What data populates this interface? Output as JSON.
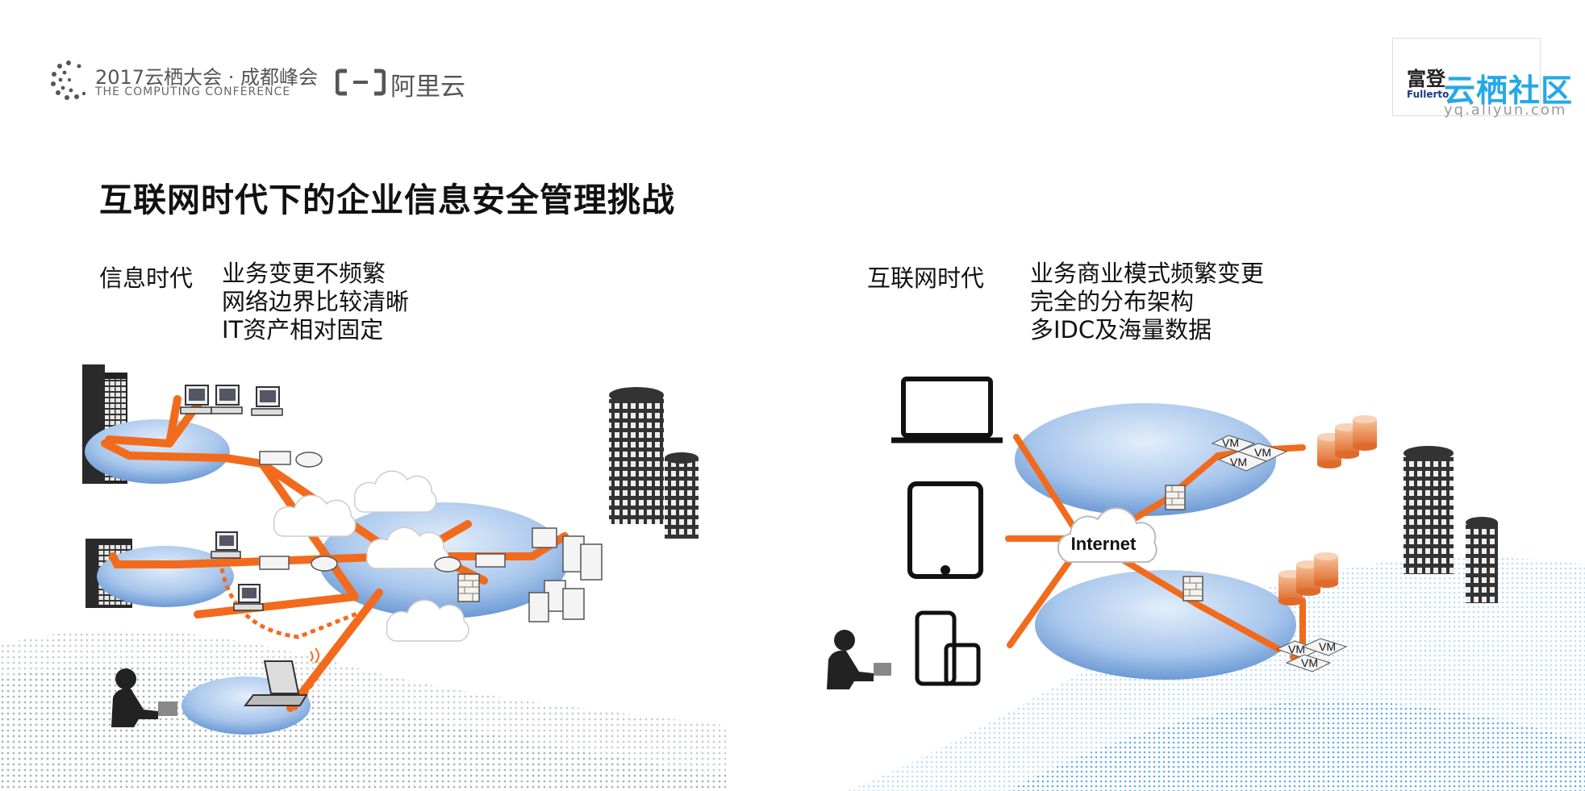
{
  "header": {
    "conference_title": "2017云栖大会 · 成都峰会",
    "conference_subtitle": "THE COMPUTING CONFERENCE",
    "aliyun_label": "阿里云",
    "community_name": "云栖社区",
    "community_url": "yq.aliyun.com",
    "partner_text": "富登",
    "partner_text_en": "Fullerto"
  },
  "slide": {
    "title": "互联网时代下的企业信息安全管理挑战"
  },
  "left": {
    "era_label": "信息时代",
    "bullets": [
      "业务变更不频繁",
      "网络边界比较清晰",
      "IT资产相对固定"
    ]
  },
  "right": {
    "era_label": "互联网时代",
    "bullets": [
      "业务商业模式频繁变更",
      "完全的分布架构",
      "多IDC及海量数据"
    ],
    "internet_label": "Internet",
    "vm_label": "VM"
  },
  "colors": {
    "accent_orange": "#f26b1d",
    "disc_blue": "#7aa7db",
    "text_dark": "#111111",
    "brand_blue": "#25a9e6"
  }
}
